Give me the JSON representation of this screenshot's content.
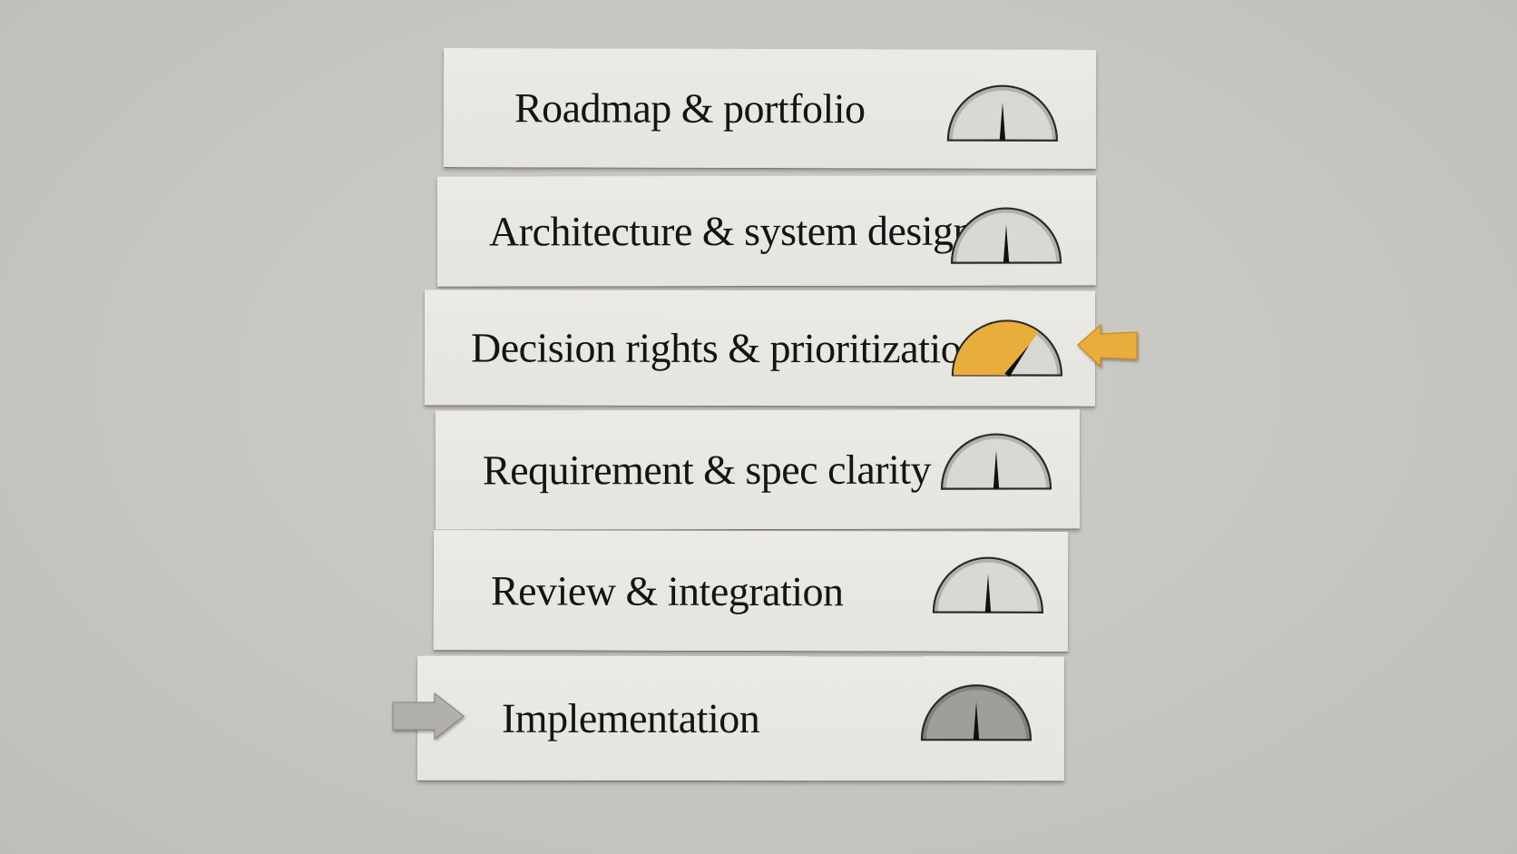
{
  "levers": [
    {
      "label": "Roadmap & portfolio",
      "gauge": {
        "fill_level": 0.0,
        "needle_level": 0.5,
        "fill_color": "#d9d8d3"
      }
    },
    {
      "label": "Architecture & system design",
      "gauge": {
        "fill_level": 0.0,
        "needle_level": 0.5,
        "fill_color": "#d9d8d3"
      }
    },
    {
      "label": "Decision rights & prioritization",
      "gauge": {
        "fill_level": 0.7,
        "needle_level": 0.7,
        "fill_color": "#e8ad3a"
      },
      "highlighted": true
    },
    {
      "label": "Requirement & spec clarity",
      "gauge": {
        "fill_level": 0.0,
        "needle_level": 0.5,
        "fill_color": "#d9d8d3"
      }
    },
    {
      "label": "Review & integration",
      "gauge": {
        "fill_level": 0.0,
        "needle_level": 0.5,
        "fill_color": "#d9d8d3"
      }
    },
    {
      "label": "Implementation",
      "gauge": {
        "fill_level": 0.0,
        "needle_level": 0.5,
        "fill_color": "#9f9e99"
      },
      "pointer": true
    }
  ],
  "colors": {
    "background": "#c9c7c1",
    "paper": "#e9e7e1",
    "accent": "#e8ad3a",
    "pointer_gray": "#b2b0aa",
    "ink": "#141414"
  },
  "icons": {
    "gauge": "gauge-icon",
    "highlight_arrow": "arrow-left-icon",
    "pointer_arrow": "arrow-right-icon"
  }
}
